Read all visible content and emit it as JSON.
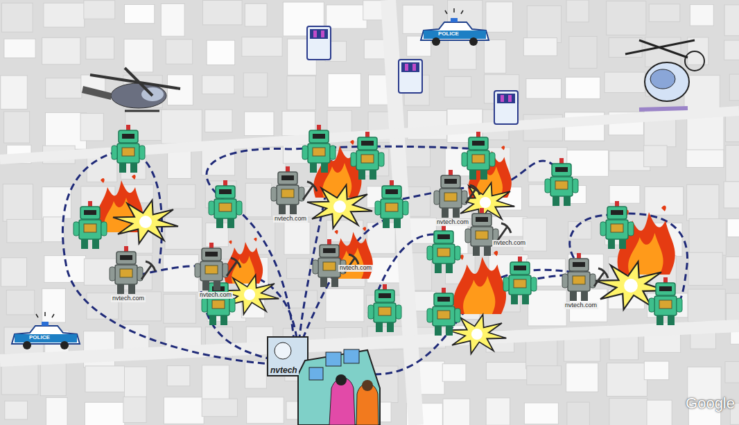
{
  "diagram": {
    "labels": [
      "POLICE",
      "POLICE",
      "nvtech.com",
      "nvtech.com",
      "nvtech.com",
      "nvtech.com",
      "nvtech.com",
      "nvtech.com",
      "nvtech.com",
      "nvtech",
      "Google"
    ]
  }
}
